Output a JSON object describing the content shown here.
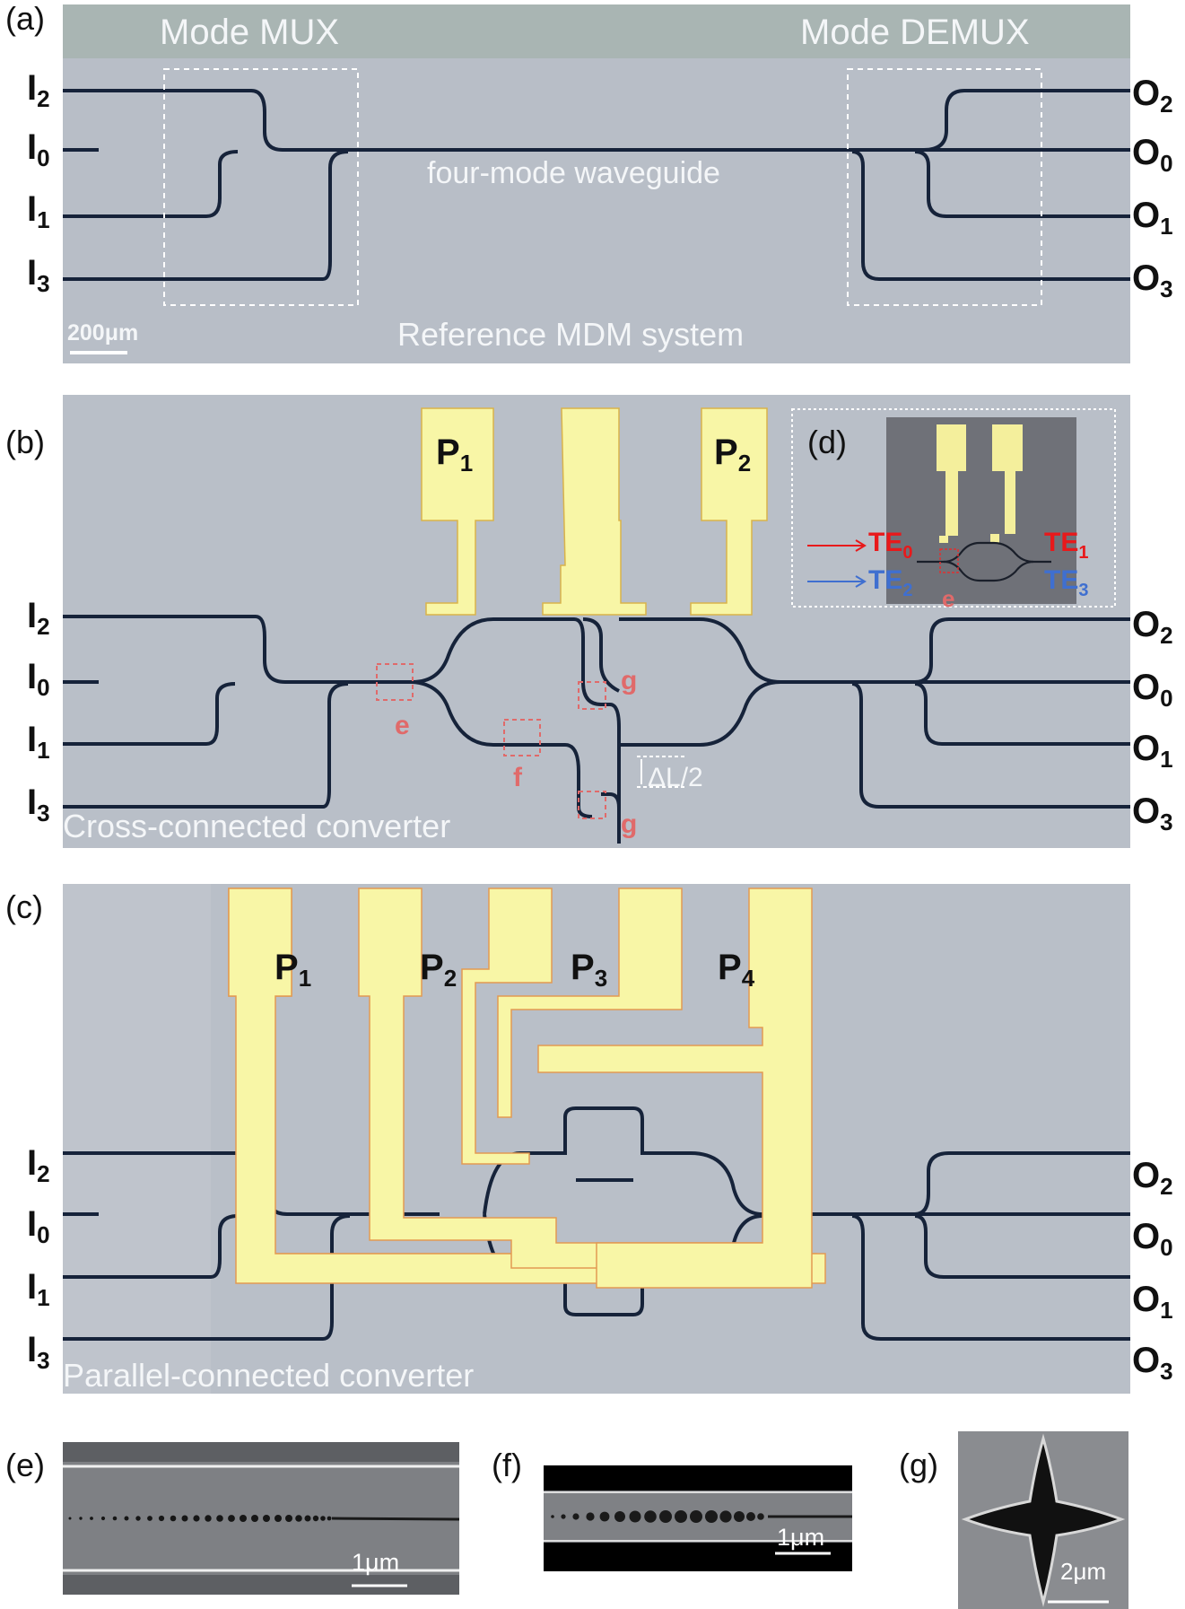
{
  "panels": {
    "a": {
      "label": "(a)",
      "mux_title": "Mode MUX",
      "demux_title": "Mode DEMUX",
      "waveguide_label": "four-mode waveguide",
      "system_label": "Reference MDM system",
      "scale": "200μm"
    },
    "b": {
      "label": "(b)",
      "caption": "Cross-connected converter",
      "delta": "ΔL/2"
    },
    "c": {
      "label": "(c)",
      "caption": "Parallel-connected converter"
    },
    "d": {
      "label": "(d)",
      "marker": "e"
    },
    "e": {
      "label": "(e)",
      "scale": "1μm"
    },
    "f": {
      "label": "(f)",
      "scale": "1μm"
    },
    "g": {
      "label": "(g)",
      "scale": "2μm"
    }
  },
  "ports": {
    "inputs": [
      {
        "letter": "I",
        "sub": "2"
      },
      {
        "letter": "I",
        "sub": "0"
      },
      {
        "letter": "I",
        "sub": "1"
      },
      {
        "letter": "I",
        "sub": "3"
      }
    ],
    "outputs": [
      {
        "letter": "O",
        "sub": "2"
      },
      {
        "letter": "O",
        "sub": "0"
      },
      {
        "letter": "O",
        "sub": "1"
      },
      {
        "letter": "O",
        "sub": "3"
      }
    ]
  },
  "pads_b": [
    {
      "letter": "P",
      "sub": "1"
    },
    {
      "letter": "P",
      "sub": "2"
    }
  ],
  "pads_c": [
    {
      "letter": "P",
      "sub": "1"
    },
    {
      "letter": "P",
      "sub": "2"
    },
    {
      "letter": "P",
      "sub": "3"
    },
    {
      "letter": "P",
      "sub": "4"
    }
  ],
  "inset_modes": [
    {
      "letter": "TE",
      "sub": "0",
      "color": "#e8191b"
    },
    {
      "letter": "TE",
      "sub": "1",
      "color": "#e8191b"
    },
    {
      "letter": "TE",
      "sub": "2",
      "color": "#3f6fd0"
    },
    {
      "letter": "TE",
      "sub": "3",
      "color": "#3f6fd0"
    }
  ],
  "markers_b": [
    "e",
    "f",
    "g",
    "g"
  ],
  "colors": {
    "chip": "#b9bfc8",
    "gold_pad": "#f8f6a6",
    "waveguide": "#16233a",
    "marker_red": "#e06a6a"
  }
}
